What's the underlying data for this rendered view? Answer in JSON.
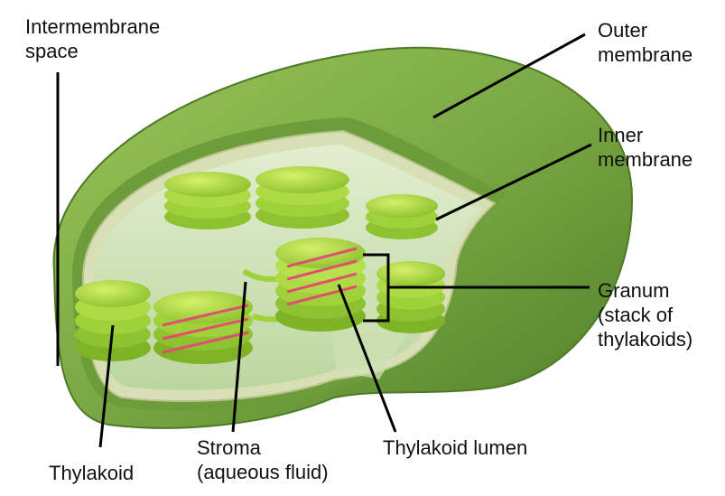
{
  "colors": {
    "outer_membrane": "#77a640",
    "inner_membrane": "#d9dfb5",
    "stroma": "#c7dcae",
    "grana": "#9fd13a",
    "thylakoid_lumen": "#e0506e",
    "leader_lines": "#000000"
  },
  "labels": {
    "intermembrane_space": [
      "Intermembrane",
      "space"
    ],
    "outer_membrane": [
      "Outer",
      "membrane"
    ],
    "inner_membrane": [
      "Inner",
      "membrane"
    ],
    "granum": [
      "Granum",
      "(stack of",
      "thylakoids)"
    ],
    "thylakoid_lumen": [
      "Thylakoid lumen"
    ],
    "stroma": [
      "Stroma",
      "(aqueous fluid)"
    ],
    "thylakoid": [
      "Thylakoid"
    ]
  }
}
